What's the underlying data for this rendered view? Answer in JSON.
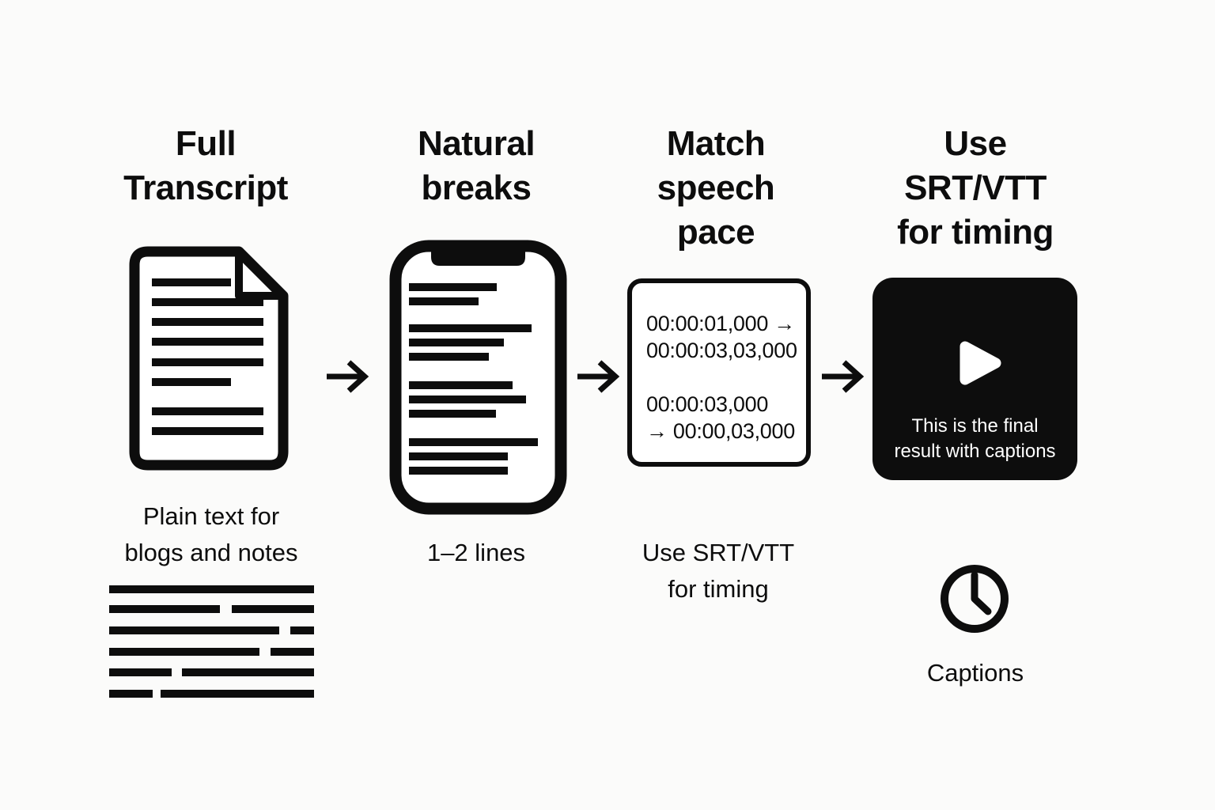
{
  "diagram": {
    "background_color": "#fbfbfa",
    "ink_color": "#0d0d0d",
    "steps": [
      {
        "title": "Full\nTranscript",
        "icon": "document-icon",
        "caption": "Plain text for\nblogs and notes"
      },
      {
        "title": "Natural\nbreaks",
        "icon": "phone-icon",
        "caption": "1–2 lines"
      },
      {
        "title": "Match\nspeech\npace",
        "icon": "srt-timing-box",
        "caption": "Use SRT/VTT\nfor timing"
      },
      {
        "title": "Use\nSRT/VTT\nfor timing",
        "icon": "video-player",
        "caption": "Captions"
      }
    ],
    "srt_box": {
      "cue1": "00:00:01,000 →\n00:00:03,03,000",
      "cue2": "00:00:03,000\n→ 00:00,03,000"
    },
    "video": {
      "caption": "This is the final\nresult with captions"
    }
  }
}
